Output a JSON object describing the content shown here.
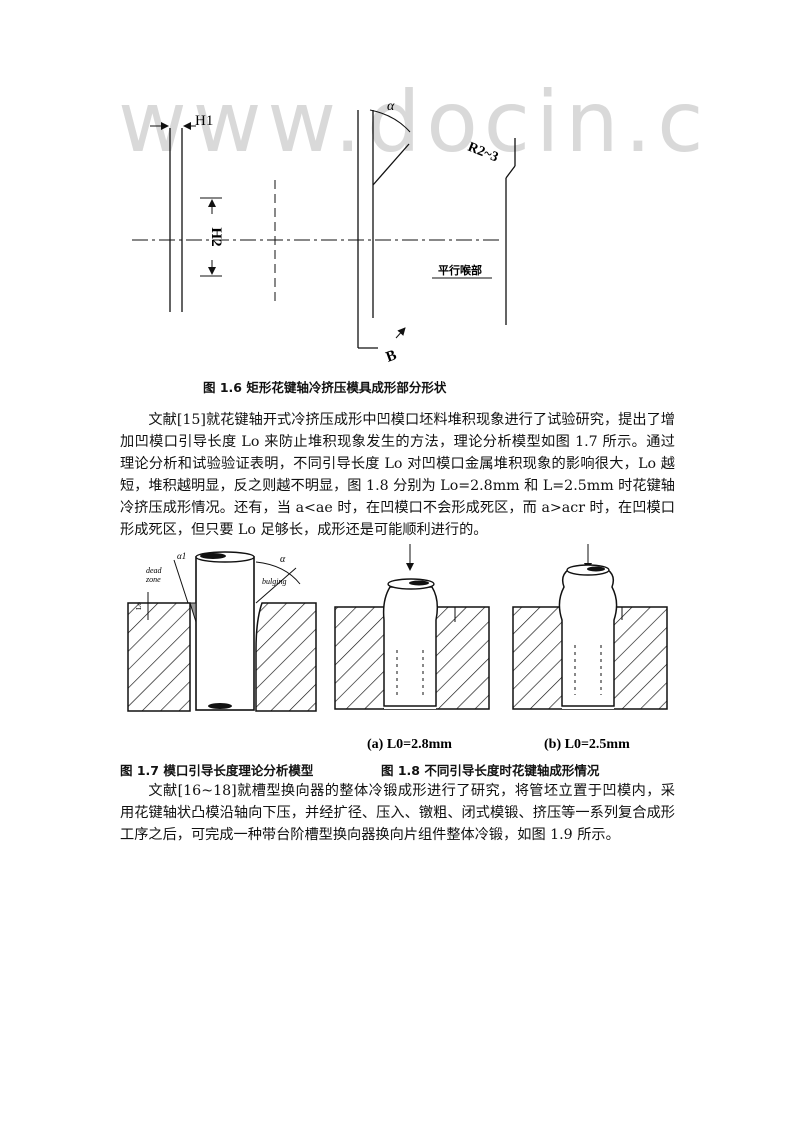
{
  "watermark": "www.docin.c",
  "fig16": {
    "labels": {
      "h1": "H1",
      "h2": "H2",
      "alpha": "α",
      "r": "R2~3",
      "throat": "平行喉部",
      "b": "B"
    },
    "caption": "图 1.6   矩形花键轴冷挤压模具成形部分形状"
  },
  "paragraph1": "文献[15]就花键轴开式冷挤压成形中凹模口坯料堆积现象进行了试验研究，提出了增加凹模口引导长度 Lo 来防止堆积现象发生的方法，理论分析模型如图 1.7 所示。通过理论分析和试验验证表明，不同引导长度 Lo 对凹模口金属堆积现象的影响很大，Lo 越短，堆积越明显，反之则越不明显，图 1.8 分别为 Lo=2.8mm 和 L=2.5mm 时花键轴冷挤压成形情况。还有，当 a<ae 时，在凹模口不会形成死区，而 a>acr 时，在凹模口形成死区，但只要 Lo 足够长，成形还是可能顺利进行的。",
  "fig17": {
    "labels": {
      "dead": "dead",
      "zone": "zone",
      "a1": "α1",
      "alpha": "α",
      "bulging": "bulging",
      "lo": "Lo"
    },
    "caption": "图 1.7   模口引导长度理论分析模型"
  },
  "fig18": {
    "subcaption_a": "(a)   L0=2.8mm",
    "subcaption_b": "(b)   L0=2.5mm",
    "caption": "图 1.8   不同引导长度时花键轴成形情况"
  },
  "paragraph2": "文献[16~18]就槽型换向器的整体冷锻成形进行了研究，将管坯立置于凹模内，采用花键轴状凸模沿轴向下压，并经扩径、压入、镦粗、闭式模锻、挤压等一系列复合成形工序之后，可完成一种带台阶槽型换向器换向片组件整体冷锻，如图 1.9 所示。"
}
